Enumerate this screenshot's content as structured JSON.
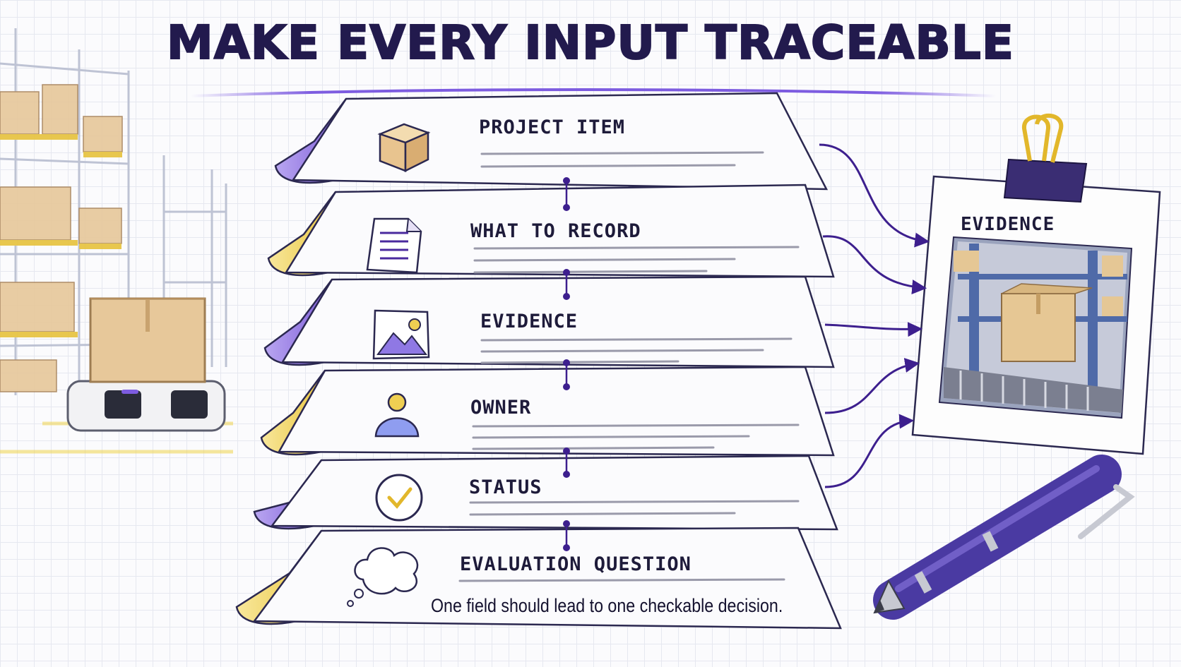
{
  "title": "MAKE EVERY INPUT TRACEABLE",
  "fields": [
    {
      "label": "PROJECT ITEM",
      "icon": "box-icon",
      "tab_color": "#8b6fe0"
    },
    {
      "label": "WHAT TO RECORD",
      "icon": "document-icon",
      "tab_color": "#efcf52"
    },
    {
      "label": "EVIDENCE",
      "icon": "image-icon",
      "tab_color": "#8b6fe0"
    },
    {
      "label": "OWNER",
      "icon": "person-icon",
      "tab_color": "#efcf52"
    },
    {
      "label": "STATUS",
      "icon": "checkmark-circle-icon",
      "tab_color": "#8b6fe0"
    },
    {
      "label": "EVALUATION QUESTION",
      "icon": "thought-cloud-icon",
      "tab_color": "#efcf52"
    }
  ],
  "caption": "One field should lead to one checkable decision.",
  "evidence_card": {
    "title": "EVIDENCE",
    "photo": "warehouse-box-photo"
  },
  "colors": {
    "accent": "#4a2a9e",
    "ink": "#221a4d",
    "purple": "#8b6fe0",
    "yellow": "#efcf52"
  }
}
